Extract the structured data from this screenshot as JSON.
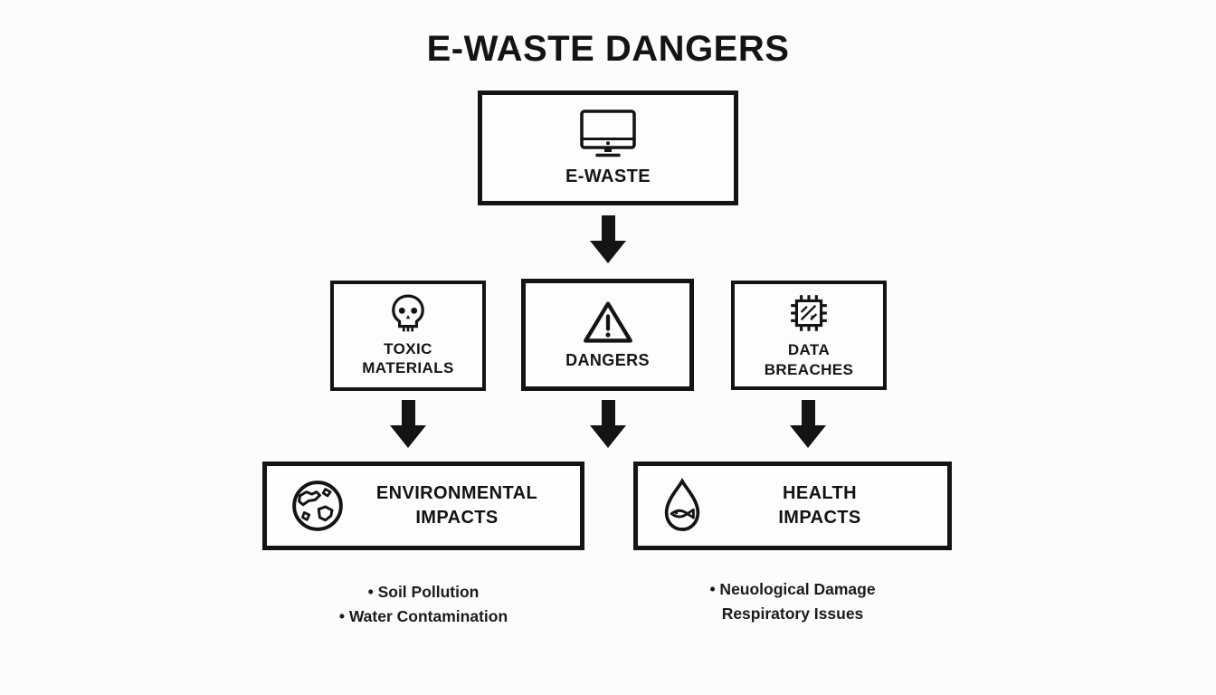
{
  "title": "E-WASTE DANGERS",
  "colors": {
    "ink": "#141414",
    "background": "#fcfcfc"
  },
  "nodes": {
    "ewaste": {
      "label": "E-WASTE",
      "icon": "monitor-icon"
    },
    "toxic": {
      "line1": "TOXIC",
      "line2": "MATERIALS",
      "icon": "skull-icon"
    },
    "dangers": {
      "label": "DANGERS",
      "icon": "warning-triangle-icon"
    },
    "data_breaches": {
      "line1": "DATA",
      "line2": "BREACHES",
      "icon": "microchip-icon"
    },
    "environmental": {
      "line1": "ENVIRONMENTAL",
      "line2": "IMPACTS",
      "icon": "globe-icon"
    },
    "health": {
      "line1": "HEALTH",
      "line2": "IMPACTS",
      "icon": "water-drop-fish-icon"
    }
  },
  "lists": {
    "environmental": [
      "• Soil Pollution",
      "• Water Contamination"
    ],
    "health": [
      "• Neuological Damage",
      "Respiratory Issues"
    ]
  }
}
